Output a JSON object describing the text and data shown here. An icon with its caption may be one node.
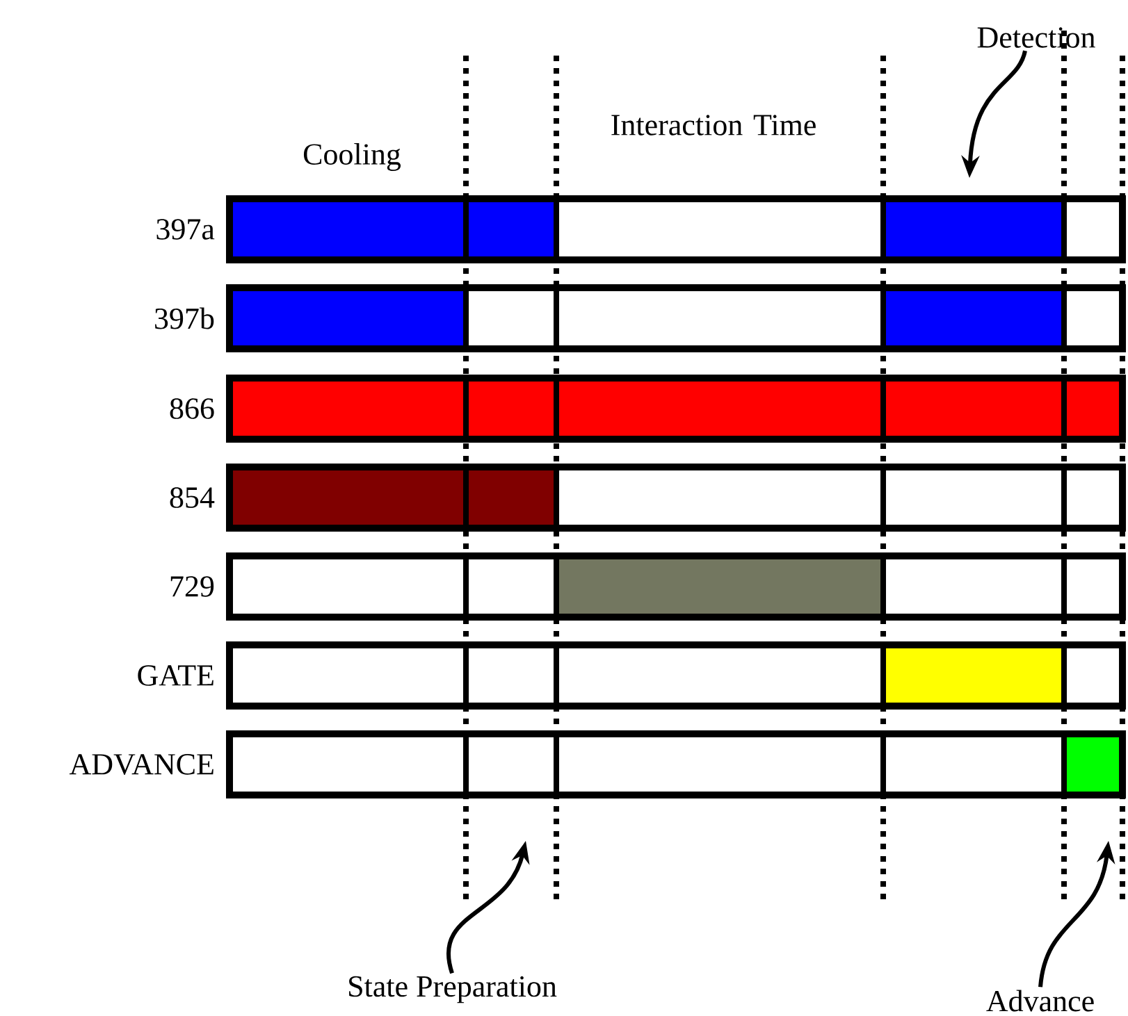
{
  "diagram": {
    "nodes": [
      {
        "text": [
          "Detection"
        ]
      },
      {
        "text": [
          "State Preparation"
        ]
      },
      {
        "text": [
          "Advance"
        ]
      }
    ],
    "edges": [
      {
        "from": 0,
        "to": null,
        "arrow": "to"
      },
      {
        "from": 1,
        "to": null,
        "arrow": "to"
      },
      {
        "from": 2,
        "to": null,
        "arrow": "to"
      }
    ],
    "labels": [
      "Interaction Time",
      "Cooling",
      "397a",
      "397b",
      "866",
      "854",
      "729",
      "GATE",
      "ADVANCE"
    ]
  }
}
